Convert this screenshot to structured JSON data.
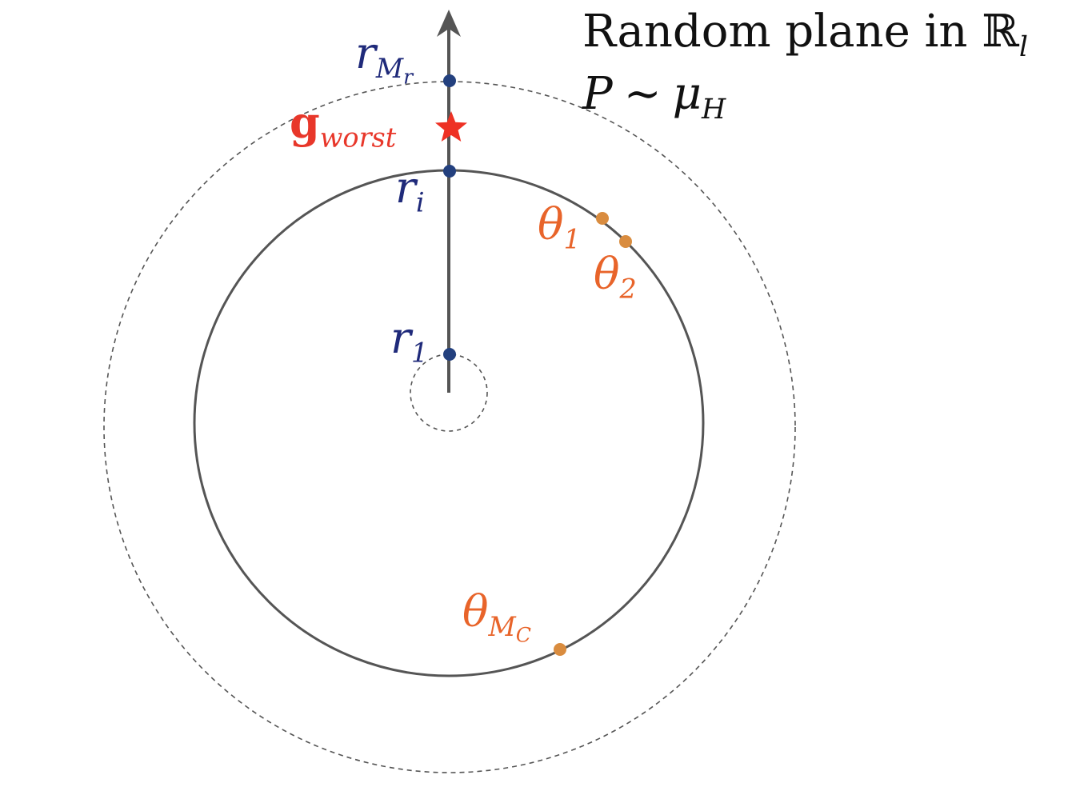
{
  "caption": {
    "line1_text": "Random plane in",
    "line1_space": "ℝ",
    "line1_space_sub": "l",
    "line2_var": "P",
    "line2_rel": "∼",
    "line2_measure": "μ",
    "line2_measure_sub": "H"
  },
  "labels": {
    "r_max": {
      "base": "r",
      "sub": "M",
      "subsub": "r"
    },
    "g_worst": {
      "base": "g",
      "sub": "worst"
    },
    "r_i": {
      "base": "r",
      "sub": "i"
    },
    "r_1": {
      "base": "r",
      "sub": "1"
    },
    "theta_1": {
      "base": "θ",
      "sub": "1"
    },
    "theta_2": {
      "base": "θ",
      "sub": "2"
    },
    "theta_mc": {
      "base": "θ",
      "sub": "M",
      "subsub": "C"
    }
  },
  "colors": {
    "radial_points": "#23407e",
    "angular_points": "#d98c3f",
    "worst_star": "#ee3124",
    "axis": "#555555"
  }
}
